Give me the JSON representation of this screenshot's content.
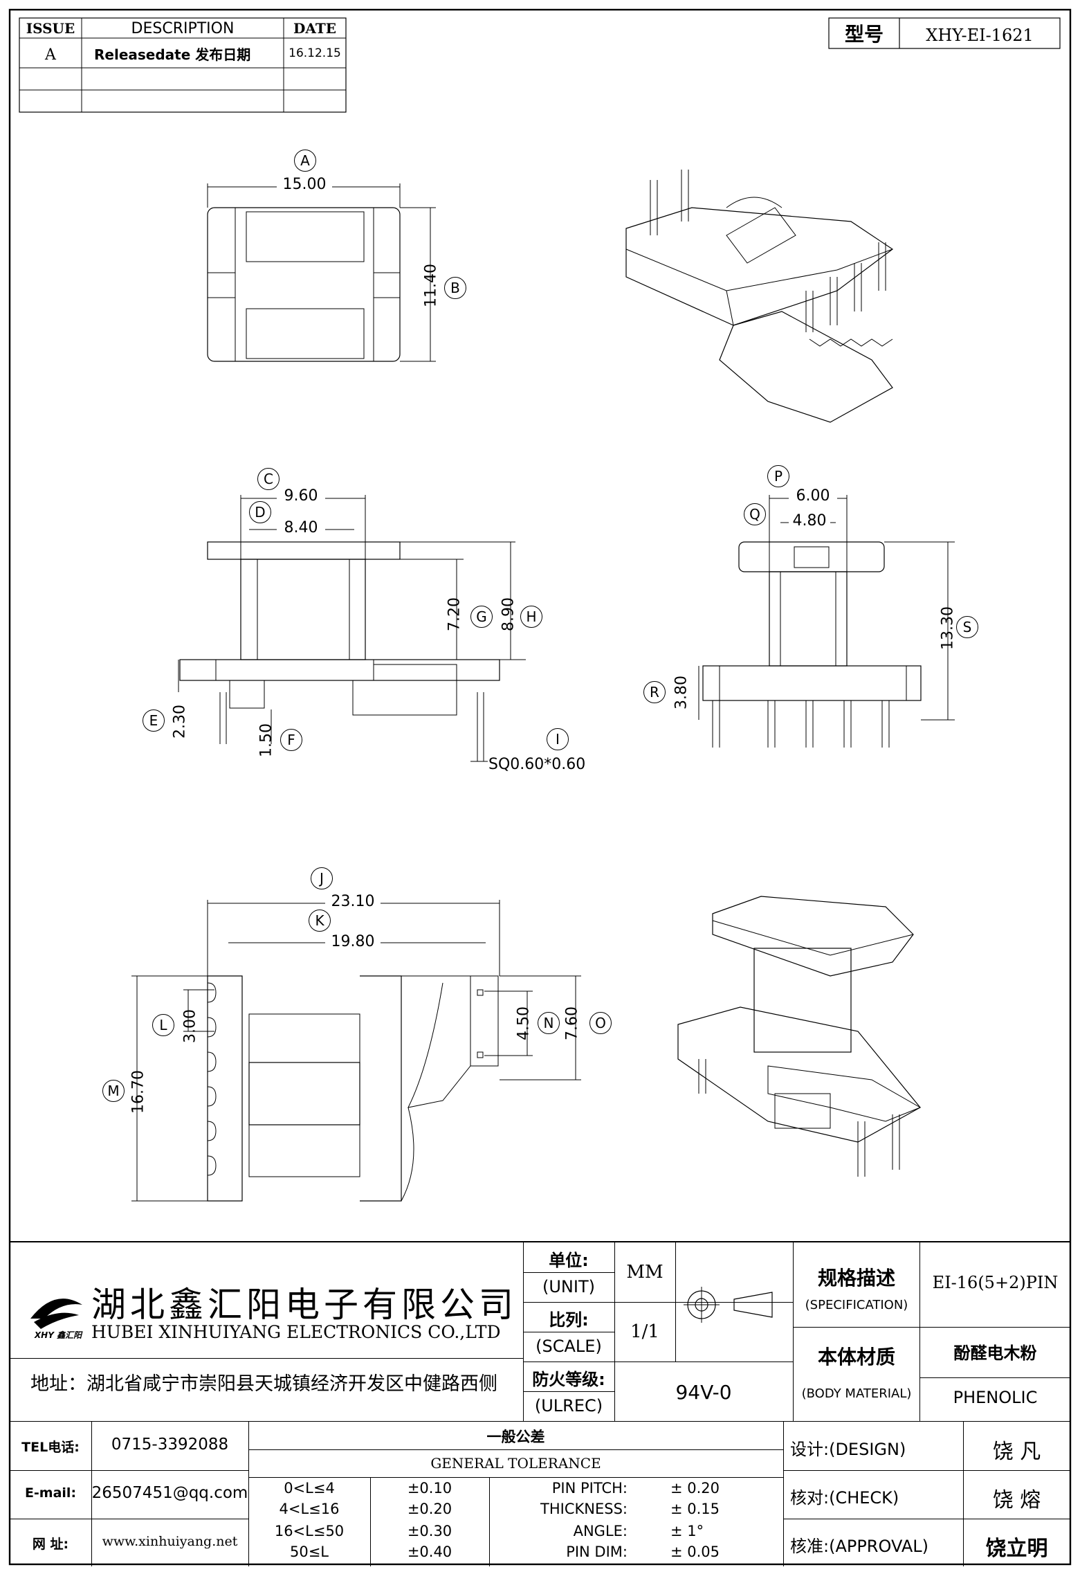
{
  "revision": {
    "headers": {
      "issue": "ISSUE",
      "description": "DESCRIPTION",
      "date": "DATE"
    },
    "rows": [
      {
        "issue": "A",
        "description": "Releasedate 发布日期",
        "date": "16.12.15"
      }
    ]
  },
  "model": {
    "label": "型号",
    "value": "XHY-EI-1621"
  },
  "dims": {
    "A": {
      "tag": "A",
      "value": "15.00"
    },
    "B": {
      "tag": "B",
      "value": "11.40"
    },
    "C": {
      "tag": "C",
      "value": "9.60"
    },
    "D": {
      "tag": "D",
      "value": "8.40"
    },
    "E": {
      "tag": "E",
      "value": "2.30"
    },
    "F": {
      "tag": "F",
      "value": "1.50"
    },
    "G": {
      "tag": "G",
      "value": "7.20"
    },
    "H": {
      "tag": "H",
      "value": "8.90"
    },
    "I": {
      "tag": "I",
      "value": "SQ0.60*0.60"
    },
    "J": {
      "tag": "J",
      "value": "23.10"
    },
    "K": {
      "tag": "K",
      "value": "19.80"
    },
    "L": {
      "tag": "L",
      "value": "3.00"
    },
    "M": {
      "tag": "M",
      "value": "16.70"
    },
    "N": {
      "tag": "N",
      "value": "4.50"
    },
    "O": {
      "tag": "O",
      "value": "7.60"
    },
    "P": {
      "tag": "P",
      "value": "6.00"
    },
    "Q": {
      "tag": "Q",
      "value": "4.80"
    },
    "R": {
      "tag": "R",
      "value": "3.80"
    },
    "S": {
      "tag": "S",
      "value": "13.30"
    }
  },
  "company": {
    "name_cn": "湖北鑫汇阳电子有限公司",
    "name_en": "HUBEI XINHUIYANG ELECTRONICS CO.,LTD",
    "address": "地址：湖北省咸宁市崇阳县天城镇经济开发区中健路西侧",
    "logo_text": "XHY 鑫汇阳"
  },
  "unit": {
    "label_cn": "单位:",
    "label_en": "(UNIT)",
    "value": "MM"
  },
  "scale": {
    "label_cn": "比列:",
    "label_en": "(SCALE)",
    "value": "1/1"
  },
  "ulrec": {
    "label_cn": "防火等级:",
    "label_en": "(ULREC)",
    "value": "94V-0"
  },
  "spec": {
    "label_cn": "规格描述",
    "label_en": "(SPECIFICATION)",
    "value": "EI-16(5+2)PIN"
  },
  "material": {
    "label_cn": "本体材质",
    "label_en": "(BODY MATERIAL)",
    "value_cn": "酚醛电木粉",
    "value_en": "PHENOLIC"
  },
  "contact": {
    "tel_label": "TEL电话:",
    "tel": "0715-3392088",
    "email_label": "E-mail:",
    "email": "26507451@qq.com",
    "web_label": "网  址:",
    "web": "www.xinhuiyang.net"
  },
  "tolerance": {
    "title_cn": "一般公差",
    "title_en": "GENERAL TOLERANCE",
    "ranges": [
      {
        "range": "0<L≤4",
        "tol": "±0.10"
      },
      {
        "range": "4<L≤16",
        "tol": "±0.20"
      },
      {
        "range": "16<L≤50",
        "tol": "±0.30"
      },
      {
        "range": "50≤L",
        "tol": "±0.40"
      }
    ],
    "items": [
      {
        "label": "PIN PITCH:",
        "tol": "±  0.20"
      },
      {
        "label": "THICKNESS:",
        "tol": "±  0.15"
      },
      {
        "label": "ANGLE:",
        "tol": "±  1°"
      },
      {
        "label": "PIN DIM:",
        "tol": "±  0.05"
      }
    ]
  },
  "approvals": [
    {
      "label": "设计:(DESIGN)",
      "name": "饶  凡"
    },
    {
      "label": "核对:(CHECK)",
      "name": "饶  熔"
    },
    {
      "label": "核准:(APPROVAL)",
      "name": "饶立明"
    }
  ]
}
